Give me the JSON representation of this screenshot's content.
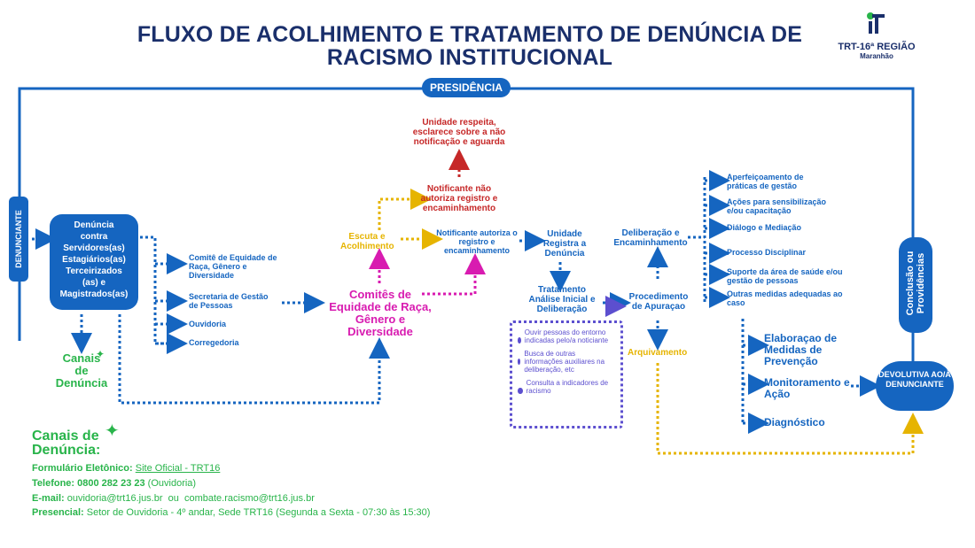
{
  "title_line1": "FLUXO DE ACOLHIMENTO E TRATAMENTO DE DENÚNCIA DE",
  "title_line2": "RACISMO INSTITUCIONAL",
  "logo": {
    "name": "TRT-16ª REGIÃO",
    "sub": "Maranhão"
  },
  "presidencia": "PRESIDÊNCIA",
  "denunciante": "DENUNCIANTE",
  "denuncia_box": [
    "Denúncia",
    "contra",
    "Servidores(as)",
    "Estagiários(as)",
    "Terceirizados",
    "(as) e",
    "Magistrados(as)"
  ],
  "canais_small": [
    "Canais",
    "de",
    "Denúncia"
  ],
  "destinos": {
    "comite": "Comitê de Equidade de Raça, Gênero e Diversidade",
    "secretaria": "Secretaria de Gestão de Pessoas",
    "ouvidoria": "Ouvidoria",
    "corregedoria": "Corregedoria"
  },
  "comites": "Comitês de Equidade de Raça, Gênero e Diversidade",
  "escuta": "Escuta e Acolhimento",
  "nao_autoriza": "Notificante não autoriza registro e encaminhamento",
  "unidade_respeita": "Unidade respeita, esclarece sobre a não notificação e aguarda",
  "autoriza": "Notificante autoriza o registro e encaminhamento",
  "unidade_registra": "Unidade Registra a Denúncia",
  "tratamento": "Tratamento Análise Inicial e Deliberação",
  "tratamento_itens": [
    "Ouvir pessoas do entorno indicadas pelo/a noticiante",
    "Busca de outras informações auxiliares na deliberação, etc",
    "Consulta a indicadores de racismo"
  ],
  "procedimento": "Procedimento de Apuraçao",
  "arquivamento": "Arquivamento",
  "deliberacao": "Deliberação e Encaminhamento",
  "medidas": [
    "Aperfeiçoamento de práticas de gestão",
    "Ações para sensibilização e/ou capacitação",
    "Diálogo e Mediação",
    "Processo Disciplinar",
    "Suporte da área de saúde e/ou gestão de pessoas",
    "Outras medidas adequadas ao caso"
  ],
  "elaboracao": "Elaboraçao de Medidas de Prevenção",
  "monitoramento": "Monitoramento e Ação",
  "diagnostico": "Diagnóstico",
  "conclusao": "Conclusão ou Providências",
  "devolutiva": "DEVOLUTIVA AO/À DENUNCIANTE",
  "canais": {
    "heading": "Canais de Denúncia:",
    "form_label": "Formulário Eletônico:",
    "form_value": "Site Oficial - TRT16",
    "tel_label": "Telefone:",
    "tel_value": "0800 282 23 23",
    "tel_note": "(Ouvidoria)",
    "email_label": "E-mail:",
    "email_value": "ouvidoria@trt16.jus.br  ou  combate.racismo@trt16.jus.br",
    "pres_label": "Presencial:",
    "pres_value": "Setor de Ouvidoria - 4º andar, Sede TRT16 (Segunda a Sexta - 07:30 às 15:30)"
  }
}
